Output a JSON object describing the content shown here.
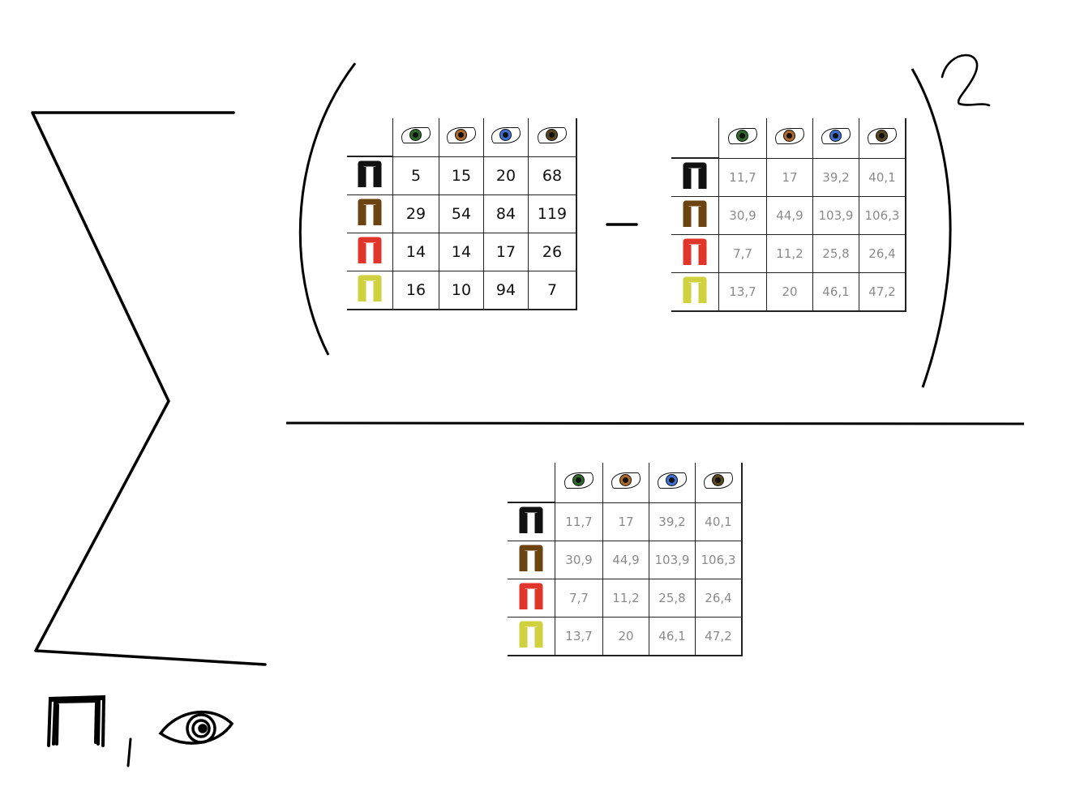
{
  "exponent": "2",
  "minus_sign": "–",
  "subscript_separator": ",",
  "colors": {
    "eye": {
      "green": "#2e6b2a",
      "brown": "#b06a2c",
      "blue": "#3f72d6",
      "darkbrown": "#5b4820"
    },
    "hair": {
      "black": "#111111",
      "brown": "#6b4412",
      "red": "#e0352a",
      "yellow": "#cfd13e"
    }
  },
  "columns": [
    "green-eye-icon",
    "brown-eye-icon",
    "blue-eye-icon",
    "darkbrown-eye-icon"
  ],
  "rows": [
    "black-hair-icon",
    "brown-hair-icon",
    "red-hair-icon",
    "yellow-hair-icon"
  ],
  "observed": [
    [
      "5",
      "15",
      "20",
      "68"
    ],
    [
      "29",
      "54",
      "84",
      "119"
    ],
    [
      "14",
      "14",
      "17",
      "26"
    ],
    [
      "16",
      "10",
      "94",
      "7"
    ]
  ],
  "expected": [
    [
      "11,7",
      "17",
      "39,2",
      "40,1"
    ],
    [
      "30,9",
      "44,9",
      "103,9",
      "106,3"
    ],
    [
      "7,7",
      "11,2",
      "25,8",
      "26,4"
    ],
    [
      "13,7",
      "20",
      "46,1",
      "47,2"
    ]
  ]
}
